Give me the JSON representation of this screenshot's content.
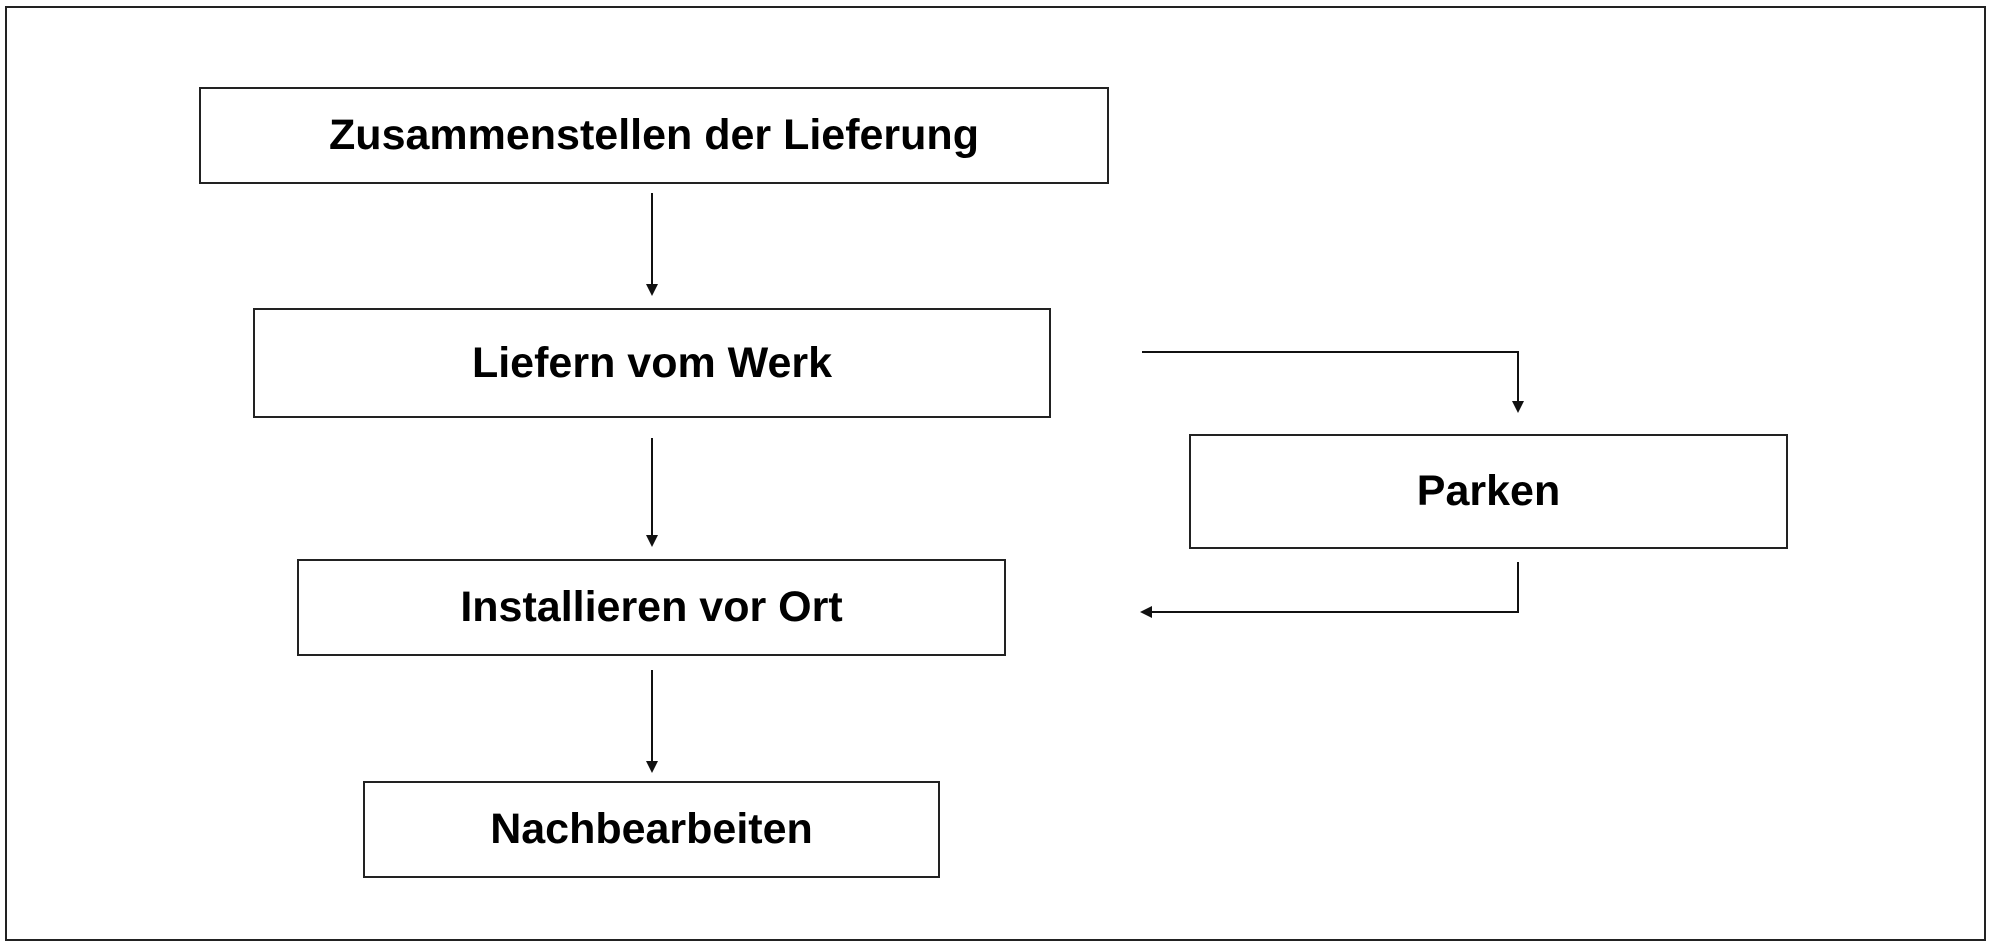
{
  "diagram": {
    "steps": {
      "assemble": "Zusammenstellen der Lieferung",
      "deliver": "Liefern vom Werk",
      "park": "Parken",
      "install": "Installieren vor Ort",
      "rework": "Nachbearbeiten"
    }
  }
}
